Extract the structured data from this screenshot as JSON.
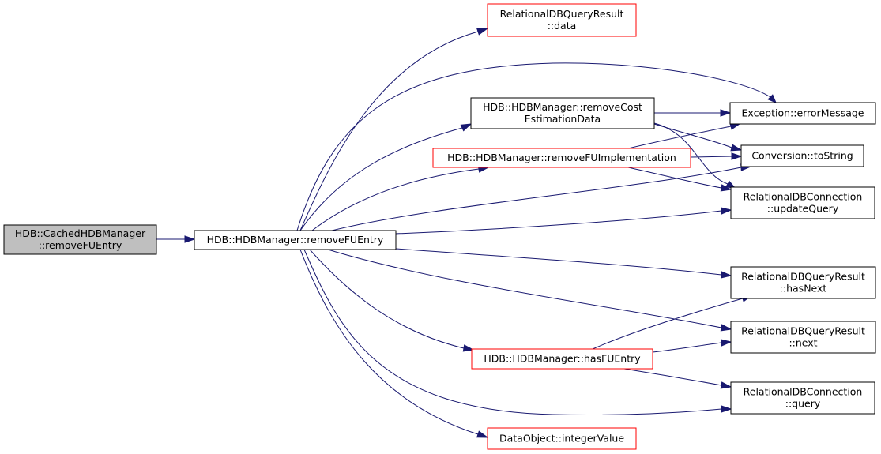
{
  "diagram": {
    "type": "call-graph",
    "colors": {
      "edge": "#191970",
      "node_border_default": "#000000",
      "node_border_highlight": "#ff0000",
      "root_fill": "#bfbfbf",
      "node_fill": "#ffffff"
    },
    "nodes": [
      {
        "id": "cached_remove",
        "lines": [
          "HDB::CachedHDBManager",
          "::removeFUEntry"
        ],
        "style": "root"
      },
      {
        "id": "remove_fu_entry",
        "lines": [
          "HDB::HDBManager::removeFUEntry"
        ],
        "style": "normal"
      },
      {
        "id": "rdbqr_data",
        "lines": [
          "RelationalDBQueryResult",
          "::data"
        ],
        "style": "red"
      },
      {
        "id": "remove_cost",
        "lines": [
          "HDB::HDBManager::removeCost",
          "EstimationData"
        ],
        "style": "normal"
      },
      {
        "id": "remove_fu_impl",
        "lines": [
          "HDB::HDBManager::removeFUImplementation"
        ],
        "style": "red"
      },
      {
        "id": "has_fu_entry",
        "lines": [
          "HDB::HDBManager::hasFUEntry"
        ],
        "style": "red"
      },
      {
        "id": "integer_value",
        "lines": [
          "DataObject::integerValue"
        ],
        "style": "red"
      },
      {
        "id": "error_message",
        "lines": [
          "Exception::errorMessage"
        ],
        "style": "normal"
      },
      {
        "id": "to_string",
        "lines": [
          "Conversion::toString"
        ],
        "style": "normal"
      },
      {
        "id": "update_query",
        "lines": [
          "RelationalDBConnection",
          "::updateQuery"
        ],
        "style": "normal"
      },
      {
        "id": "has_next",
        "lines": [
          "RelationalDBQueryResult",
          "::hasNext"
        ],
        "style": "normal"
      },
      {
        "id": "next",
        "lines": [
          "RelationalDBQueryResult",
          "::next"
        ],
        "style": "normal"
      },
      {
        "id": "query",
        "lines": [
          "RelationalDBConnection",
          "::query"
        ],
        "style": "normal"
      }
    ],
    "edges": [
      {
        "from": "cached_remove",
        "to": "remove_fu_entry"
      },
      {
        "from": "remove_fu_entry",
        "to": "rdbqr_data"
      },
      {
        "from": "remove_fu_entry",
        "to": "error_message"
      },
      {
        "from": "remove_fu_entry",
        "to": "remove_cost"
      },
      {
        "from": "remove_fu_entry",
        "to": "remove_fu_impl"
      },
      {
        "from": "remove_fu_entry",
        "to": "to_string"
      },
      {
        "from": "remove_fu_entry",
        "to": "update_query"
      },
      {
        "from": "remove_fu_entry",
        "to": "has_next"
      },
      {
        "from": "remove_fu_entry",
        "to": "next"
      },
      {
        "from": "remove_fu_entry",
        "to": "has_fu_entry"
      },
      {
        "from": "remove_fu_entry",
        "to": "query"
      },
      {
        "from": "remove_fu_entry",
        "to": "integer_value"
      },
      {
        "from": "remove_cost",
        "to": "error_message"
      },
      {
        "from": "remove_cost",
        "to": "to_string"
      },
      {
        "from": "remove_cost",
        "to": "update_query"
      },
      {
        "from": "remove_fu_impl",
        "to": "error_message"
      },
      {
        "from": "remove_fu_impl",
        "to": "to_string"
      },
      {
        "from": "remove_fu_impl",
        "to": "update_query"
      },
      {
        "from": "has_fu_entry",
        "to": "has_next"
      },
      {
        "from": "has_fu_entry",
        "to": "next"
      },
      {
        "from": "has_fu_entry",
        "to": "query"
      }
    ]
  }
}
